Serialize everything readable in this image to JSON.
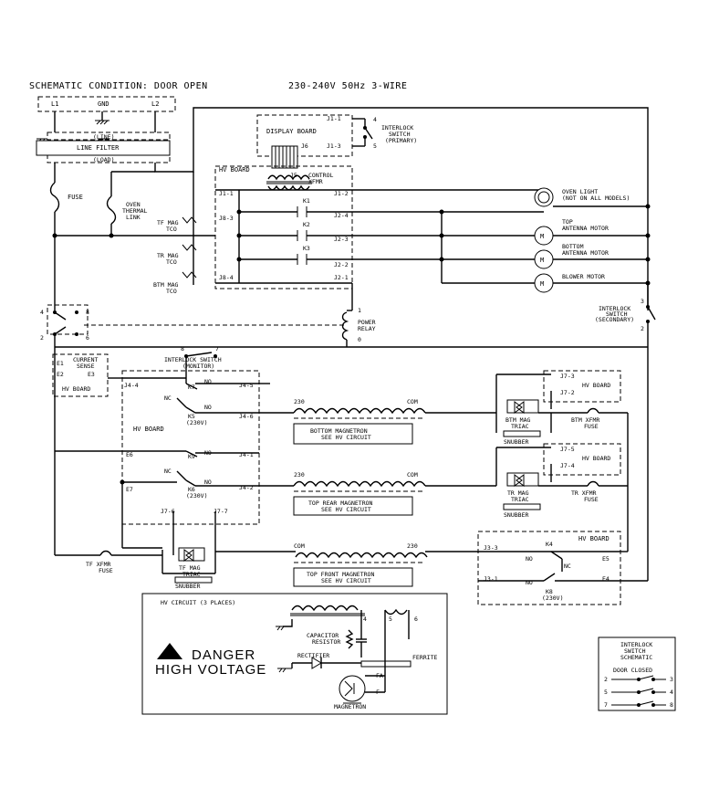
{
  "header": {
    "condition": "SCHEMATIC CONDITION: DOOR OPEN",
    "supply": "230-240V 50Hz 3-WIRE"
  },
  "terminals": {
    "l1": "L1",
    "gnd": "GND",
    "l2": "L2"
  },
  "line_filter": {
    "line": "(LINE)",
    "title": "LINE FILTER",
    "load": "(LOAD)"
  },
  "fuse": "FUSE",
  "oven_link": [
    "OVEN",
    "THERMAL",
    "LINK"
  ],
  "tco": {
    "tf": [
      "TF MAG",
      "TCO"
    ],
    "tr": [
      "TR MAG",
      "TCO"
    ],
    "btm": [
      "BTM MAG",
      "TCO"
    ]
  },
  "display_board": {
    "label": "DISPLAY BOARD",
    "j1_1": "J1-1",
    "j1_3": "J1-3",
    "j5": "J5",
    "j6": "J6"
  },
  "interlock_primary": {
    "lines": [
      "INTERLOCK",
      "SWITCH",
      "(PRIMARY)"
    ],
    "t4": "4",
    "t5": "5"
  },
  "hv_board_top": {
    "label": "HV BOARD",
    "control_xfmr": [
      "CONTROL",
      "XFMR"
    ],
    "pins": [
      "J1-1",
      "J8-3",
      "J8-4",
      "J1-2",
      "J2-4",
      "J2-3",
      "J2-2",
      "J2-1"
    ],
    "relays": [
      "K1",
      "K2",
      "K3"
    ]
  },
  "loads": {
    "oven_light": [
      "OVEN LIGHT",
      "(NOT ON ALL MODELS)"
    ],
    "top_antenna": [
      "TOP",
      "ANTENNA MOTOR"
    ],
    "bottom_antenna": [
      "BOTTOM",
      "ANTENNA MOTOR"
    ],
    "blower": "BLOWER MOTOR",
    "motor_symbol": "M"
  },
  "power_relay": {
    "lines": [
      "POWER",
      "RELAY"
    ],
    "t1": "1",
    "t0": "0"
  },
  "interlock_secondary": {
    "lines": [
      "INTERLOCK",
      "SWITCH",
      "(SECONDARY)"
    ],
    "t3": "3",
    "t2": "2"
  },
  "left_switch": {
    "t4": "4",
    "t8": "8",
    "t2": "2",
    "t6": "6"
  },
  "interlock_monitor": {
    "lines": [
      "INTERLOCK SWITCH",
      "(MONITOR)"
    ],
    "t8": "8",
    "t7": "7"
  },
  "current_sense": {
    "lines": [
      "CURRENT",
      "SENSE"
    ],
    "e1": "E1",
    "e2": "E2",
    "e3": "E3",
    "board": "HV BOARD"
  },
  "hv_board_mid": {
    "label": "HV BOARD",
    "j4_4": "J4-4",
    "j4_5": "J4-5",
    "j4_6": "J4-6",
    "j4_1": "J4-1",
    "j4_2": "J4-2",
    "e6": "E6",
    "e7": "E7",
    "k7": "K7",
    "k5": "K5",
    "k5v": "(230V)",
    "k9": "K9",
    "k6": "K6",
    "k6v": "(230V)",
    "nc": "NC",
    "no": "NO",
    "j7_6": "J7-6",
    "j7_7": "J7-7"
  },
  "magnetrons": {
    "bottom": {
      "left": "230",
      "right": "COM",
      "lines": [
        "BOTTOM MAGNETRON",
        "SEE HV CIRCUIT"
      ]
    },
    "top_rear": {
      "left": "230",
      "right": "COM",
      "lines": [
        "TOP REAR MAGNETRON",
        "SEE HV CIRCUIT"
      ]
    },
    "top_front": {
      "left": "COM",
      "right": "230",
      "lines": [
        "TOP FRONT MAGNETRON",
        "SEE HV CIRCUIT"
      ]
    }
  },
  "triacs": {
    "btm": {
      "lines": [
        "BTM MAG",
        "TRIAC"
      ],
      "snubber": "SNUBBER",
      "fuse": [
        "BTM XFMR",
        "FUSE"
      ],
      "j7_3": "J7-3",
      "j7_2": "J7-2",
      "board": "HV BOARD"
    },
    "tr": {
      "lines": [
        "TR MAG",
        "TRIAC"
      ],
      "snubber": "SNUBBER",
      "fuse": [
        "TR XFMR",
        "FUSE"
      ],
      "j7_5": "J7-5",
      "j7_4": "J7-4",
      "board": "HV BOARD"
    },
    "tf": {
      "lines": [
        "TF MAG",
        "TRIAC"
      ],
      "snubber": "SNUBBER",
      "fuse": [
        "TF XFMR",
        "FUSE"
      ]
    }
  },
  "hv_board_bottom": {
    "label": "HV BOARD",
    "j3_3": "J3-3",
    "j3_1": "J3-1",
    "e5": "E5",
    "e4": "E4",
    "k4": "K4",
    "k8": "K8",
    "k8v": "(230V)",
    "no": "NO",
    "nc": "NC"
  },
  "hv_circuit": {
    "title": "HV CIRCUIT (3 PLACES)",
    "capacitor": "CAPACITOR",
    "resistor": "RESISTOR",
    "rectifier": "RECTIFIER",
    "ferrite": "FERRITE",
    "fa": "FA",
    "f": "F",
    "magnetron": "MAGNETRON",
    "n4": "4",
    "n5": "5",
    "n6": "6",
    "danger": "DANGER",
    "high_voltage": "HIGH VOLTAGE"
  },
  "legend": {
    "title": [
      "INTERLOCK",
      "SWITCH",
      "SCHEMATIC"
    ],
    "subtitle": "DOOR CLOSED",
    "rows": [
      [
        "2",
        "3"
      ],
      [
        "5",
        "4"
      ],
      [
        "7",
        "8"
      ]
    ]
  }
}
